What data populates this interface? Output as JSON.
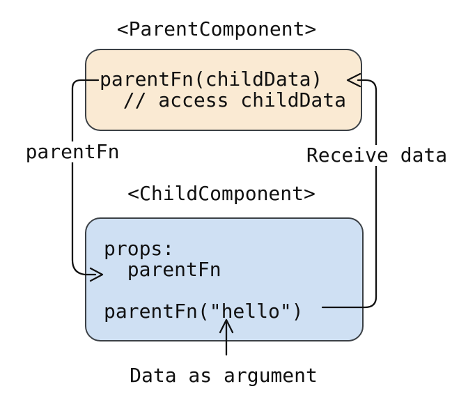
{
  "diagram": {
    "parent": {
      "title": "<ParentComponent>",
      "code": "parentFn(childData)\n  // access childData"
    },
    "child": {
      "title": "<ChildComponent>",
      "code": "props:\n  parentFn\n\nparentFn(\"hello\")"
    },
    "labels": {
      "left": "parentFn",
      "right": "Receive data",
      "bottom": "Data as argument"
    },
    "colors": {
      "parent_fill": "#faead3",
      "child_fill": "#cfe0f3",
      "box_border": "#3b4045",
      "line": "#111111",
      "text": "#111111",
      "background": "#ffffff"
    }
  }
}
